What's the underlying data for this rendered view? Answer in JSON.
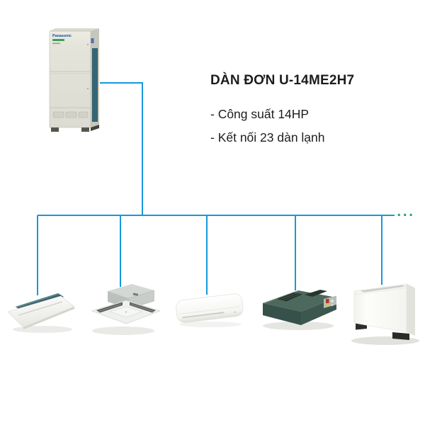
{
  "diagram": {
    "heading": "DÀN ĐƠN U-14ME2H7",
    "specs": [
      "- Công suất 14HP",
      "- Kết nối 23 dàn lạnh"
    ],
    "more_indicator": "...",
    "colors": {
      "line": "#1798dc",
      "more_indicator": "#2aa87b",
      "text": "#1d1d1b"
    }
  },
  "outdoor_unit": {
    "name": "vrf-outdoor-unit",
    "brand": "Panasonic"
  },
  "indoor_units": [
    {
      "name": "one-way-ceiling-cassette"
    },
    {
      "name": "four-way-ceiling-cassette"
    },
    {
      "name": "wall-mounted-unit"
    },
    {
      "name": "ceiling-ducted-unit"
    },
    {
      "name": "floor-standing-unit"
    }
  ]
}
